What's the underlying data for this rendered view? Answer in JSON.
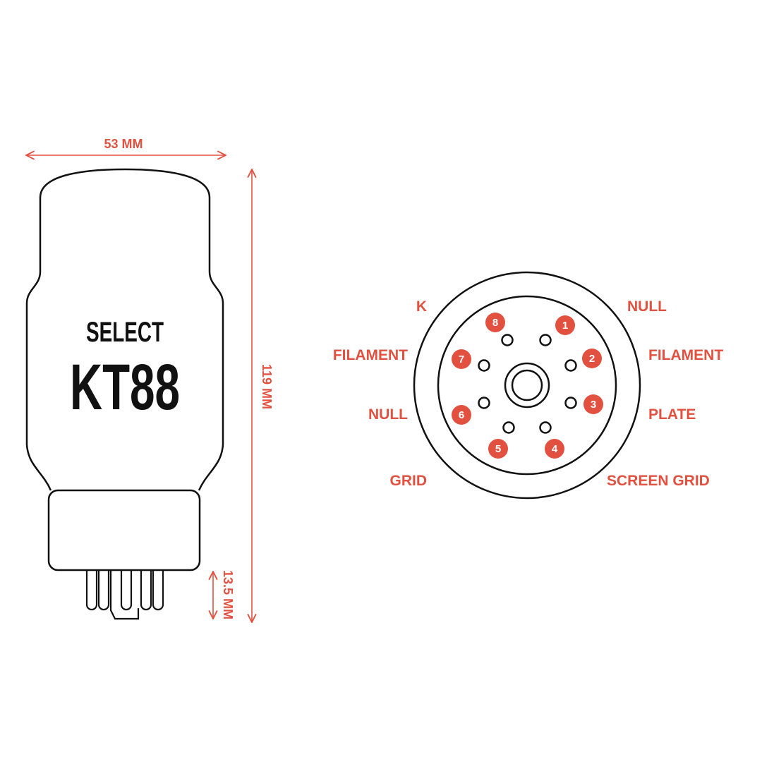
{
  "tube": {
    "brand": "SELECT",
    "model": "KT88"
  },
  "dimensions": {
    "width": "53 MM",
    "height": "119 MM",
    "pin_length": "13.5 MM"
  },
  "pins": [
    {
      "number": "1",
      "label": "NULL"
    },
    {
      "number": "2",
      "label": "FILAMENT"
    },
    {
      "number": "3",
      "label": "PLATE"
    },
    {
      "number": "4",
      "label": "SCREEN GRID"
    },
    {
      "number": "5",
      "label": "GRID"
    },
    {
      "number": "6",
      "label": "NULL"
    },
    {
      "number": "7",
      "label": "FILAMENT"
    },
    {
      "number": "8",
      "label": "K"
    }
  ],
  "colors": {
    "accent": "#e2513f",
    "outline": "#111111"
  }
}
